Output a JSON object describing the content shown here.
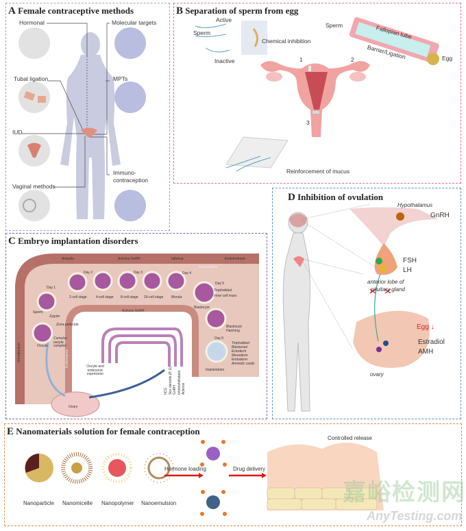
{
  "colors": {
    "panel_a": "#a89ad6",
    "panel_b": "#e06a9e",
    "panel_c": "#8c5fa6",
    "panel_d": "#5f8fcc",
    "panel_e": "#e0874a"
  },
  "panel_a": {
    "letter": "A",
    "title": "Female contraceptive methods",
    "labels": {
      "hormonal": "Hormonal",
      "molecular": "Molecular targets",
      "tubal": "Tubal ligation",
      "mpts": "MPTs",
      "iud": "IUD",
      "vaginal": "Vaginal methods",
      "immuno1": "Immuno-",
      "immuno2": "contraception"
    }
  },
  "panel_b": {
    "letter": "B",
    "title": "Separation of sperm from egg",
    "labels": {
      "active": "Active",
      "sperm": "Sperm",
      "inactive": "Inactive",
      "chem": "Chemical inhibition",
      "sperm2": "Sperm",
      "tube": "Fallopian tube",
      "barrier": "Barrier/Ligation",
      "egg": "Egg",
      "n1": "1",
      "n2": "2",
      "n3": "3",
      "mucus": "Reinforcement of mucus"
    }
  },
  "panel_c": {
    "letter": "C",
    "title": "Embryo implantation disorders",
    "labels": {
      "ampulla": "Ampulla",
      "isthmus": "Isthmus",
      "endometrium": "Endometrium",
      "endosalpinx": "Endosalpinx",
      "endosalpinx2": "Endosalpinx",
      "infundibulum": "Infundibulum",
      "sperm": "Sperm",
      "zygote": "Zygote",
      "oocyte": "Oocyte",
      "zona": "Zona pellucida",
      "cumulus": "Cumulus oocyte complex",
      "blastocyst": "Blastocyst",
      "hatching": "Blastocyst Hatching",
      "implantation": "Implantation",
      "ovary": "Ovary",
      "expression": "Oocyte and embryonic expression",
      "activins_gnrh": "Activins GnRH",
      "activins_gnrh2": "Activins GnRH",
      "trophoblast": "Trophoblast",
      "icm": "Inner cell mass"
    },
    "stages": [
      "2-cell stage",
      "4-cell stage",
      "8-cell stage",
      "16-cell stage",
      "Morula"
    ],
    "days": [
      "Day 1",
      "Day 2",
      "Day 3",
      "Day 4",
      "Day 5",
      "Day 6"
    ],
    "implant_layers": [
      "Trophoblast",
      "Blastocoel",
      "Ectoderm",
      "Mesoderm",
      "Endoderm",
      "Amniotic cavity"
    ],
    "factors": [
      "hCG",
      "Sex steroids (P, E)",
      "GnRH",
      "Inhibin/follistatin",
      "Activins"
    ]
  },
  "panel_d": {
    "letter": "D",
    "title": "Inhibition of ovulation",
    "labels": {
      "hypothalamus": "Hypothalamus",
      "gnrh": "GnRH",
      "fsh": "FSH",
      "lh": "LH",
      "pit1": "anterior lobe of",
      "pit2": "pituitary gland",
      "egg": "Egg",
      "egg_arrow": "↓",
      "estradiol": "Estradiol",
      "amh": "AMH",
      "ovary": "ovary"
    }
  },
  "panel_e": {
    "letter": "E",
    "title": "Nanomaterials solution for female contraception",
    "materials": [
      "Nanoparticle",
      "Nanomicelle",
      "Nanopolymer",
      "Nanoemulsion"
    ],
    "labels": {
      "loading": "Hormone loading",
      "delivery": "Drug delivery",
      "release": "Controlled release"
    }
  },
  "watermark": {
    "cn": "嘉峪检测网",
    "en": "AnyTesting.com"
  }
}
